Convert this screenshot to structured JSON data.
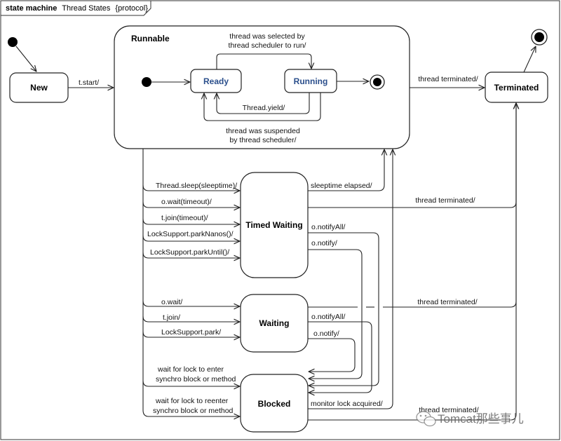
{
  "frame": {
    "keyword": "state machine",
    "name": "Thread States",
    "tag": "{protocol}"
  },
  "states": {
    "new": "New",
    "runnable": "Runnable",
    "ready": "Ready",
    "running": "Running",
    "terminated": "Terminated",
    "timed_waiting": "Timed Waiting",
    "waiting": "Waiting",
    "blocked": "Blocked"
  },
  "transitions": {
    "start": "t.start/",
    "selected_line1": "thread was selected by",
    "selected_line2": "thread scheduler to run/",
    "yield": "Thread.yield/",
    "suspended_line1": "thread was suspended",
    "suspended_line2": "by thread scheduler/",
    "terminated_runnable": "thread terminated/",
    "terminated_timed": "thread terminated/",
    "terminated_waiting": "thread terminated/",
    "terminated_blocked": "thread terminated/",
    "sleep": "Thread.sleep(sleeptime)/",
    "wait_timeout": "o.wait(timeout)/",
    "join_timeout": "t.join(timeout)/",
    "park_nanos": "LockSupport.parkNanos()/",
    "park_until": "LockSupport.parkUntil()/",
    "sleep_elapsed": "sleeptime elapsed/",
    "notify_all_timed": "o.notifyAll/",
    "notify_timed": "o.notify/",
    "wait": "o.wait/",
    "join": "t.join/",
    "park": "LockSupport.park/",
    "notify_all_waiting": "o.notifyAll/",
    "notify_waiting": "o.notify/",
    "lock_enter_line1": "wait for lock to enter",
    "lock_enter_line2": "synchro block or method",
    "lock_reenter_line1": "wait for lock to reenter",
    "lock_reenter_line2": "synchro block or method",
    "monitor_acquired": "monitor lock acquired/"
  },
  "watermark": {
    "text": "Tomcat那些事儿",
    "icon": "wechat-icon"
  },
  "colors": {
    "line": "#222222",
    "inner_state_text": "#2b4f8c",
    "watermark": "#666666"
  }
}
